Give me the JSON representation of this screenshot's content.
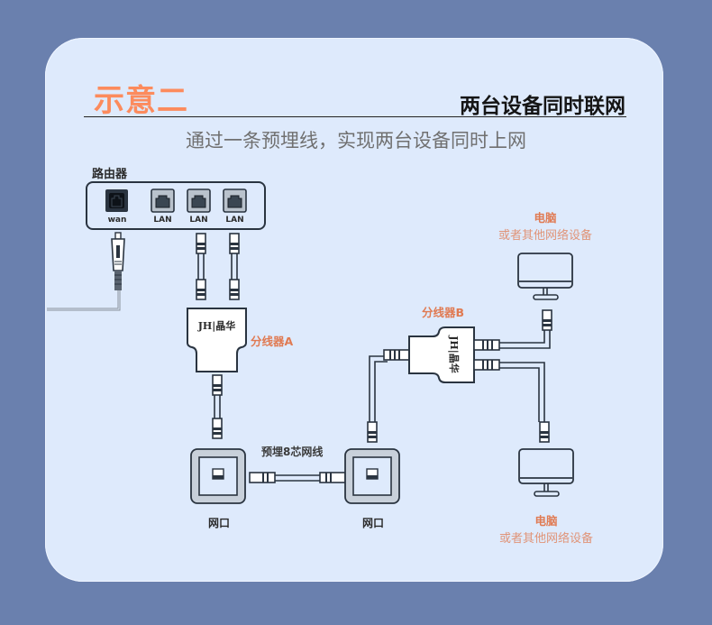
{
  "header": {
    "title": "示意二",
    "heading": "两台设备同时联网",
    "subtitle": "通过一条预埋线，实现两台设备同时上网"
  },
  "router": {
    "label": "路由器",
    "ports": [
      "wan",
      "LAN",
      "LAN",
      "LAN"
    ]
  },
  "splitter_a": {
    "label": "分线器A",
    "brand": "JH|晶华"
  },
  "splitter_b": {
    "label": "分线器B",
    "brand": "JH|晶华"
  },
  "cable": {
    "label": "预埋8芯网线"
  },
  "wall_ports": [
    {
      "label": "网口"
    },
    {
      "label": "网口"
    }
  ],
  "devices": [
    {
      "title": "电脑",
      "subtitle": "或者其他网络设备"
    },
    {
      "title": "电脑",
      "subtitle": "或者其他网络设备"
    }
  ],
  "colors": {
    "background": "#6a80ae",
    "card": "#deeafc",
    "accent": "#fc8b5d",
    "label_orange": "#e07a52",
    "line": "#2a3440"
  }
}
